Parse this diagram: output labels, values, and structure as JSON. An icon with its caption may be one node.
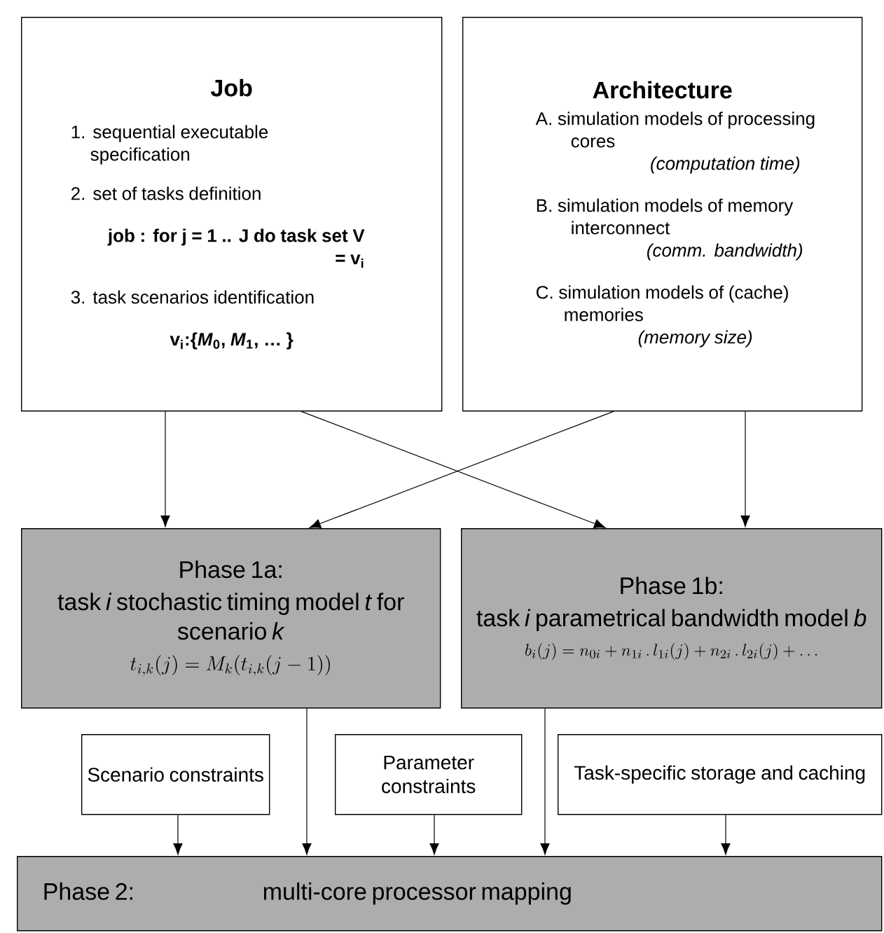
{
  "diagram": {
    "nodes": [
      {
        "text": [
          "Job",
          "1. sequential executable specification",
          "2. set of tasks definition",
          "job : for j = 1 .. J do task set V = v$_{i}$",
          "3. task scenarios identification",
          "v$_{i}$:{*M*$_{0}$, *M*$_{1}$, … }"
        ]
      },
      {
        "text": [
          "Architecture",
          "A. simulation models of processing cores",
          "(computation time)",
          "B. simulation models of memory interconnect",
          "(comm. bandwidth)",
          "C. simulation models of (cache) memories",
          "(memory size)"
        ]
      },
      {
        "text": [
          "Phase 1a:",
          "task *i* stochastic timing model *t* for scenario *k*",
          "t_{i,k}(j) = M_k(t_{i,k}(j-1))"
        ]
      },
      {
        "text": [
          "Phase 1b:",
          "task *i* parametrical bandwidth model *b*",
          "b_i(j) = n_{0i} + n_{1i}\\,.\\,l_{1i}(j) + n_{2i}\\,.\\,l_{2i}(j) + \\ldots"
        ]
      },
      {
        "text": [
          "Scenario constraints"
        ]
      },
      {
        "text": [
          "Parameter constraints"
        ]
      },
      {
        "text": [
          "Task-specific storage and caching"
        ]
      },
      {
        "text": [
          "Phase 2:",
          "multi-core processor mapping"
        ]
      }
    ],
    "edges": [
      {
        "from": 0,
        "to": 2,
        "arrow": "to"
      },
      {
        "from": 0,
        "to": 3,
        "arrow": "to"
      },
      {
        "from": 1,
        "to": 2,
        "arrow": "to"
      },
      {
        "from": 1,
        "to": 3,
        "arrow": "to"
      },
      {
        "from": 4,
        "to": 7,
        "arrow": "to"
      },
      {
        "from": 2,
        "to": 7,
        "arrow": "to"
      },
      {
        "from": 5,
        "to": 7,
        "arrow": "to"
      },
      {
        "from": 3,
        "to": 7,
        "arrow": "to"
      },
      {
        "from": 6,
        "to": 7,
        "arrow": "to"
      }
    ]
  }
}
